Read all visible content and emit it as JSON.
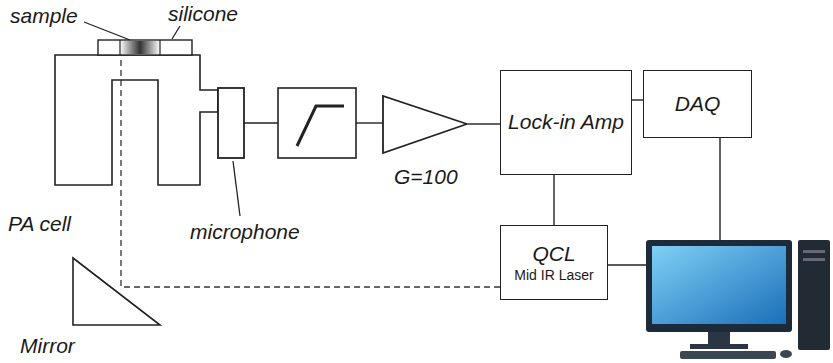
{
  "diagram": {
    "nodes": [
      {
        "text": [
          "G=100"
        ]
      },
      {
        "text": [
          "Lock-in Amp"
        ]
      },
      {
        "text": [
          "DAQ"
        ]
      },
      {
        "text": [
          "QCL",
          "Mid IR Laser"
        ]
      }
    ],
    "edges": [
      {
        "from": 0,
        "to": 1,
        "arrow": "none"
      },
      {
        "from": 1,
        "to": 2,
        "arrow": "none"
      },
      {
        "from": 1,
        "to": 3,
        "arrow": "none"
      }
    ],
    "labels": [
      "sample",
      "silicone",
      "PA cell",
      "microphone",
      "Mirror"
    ]
  }
}
